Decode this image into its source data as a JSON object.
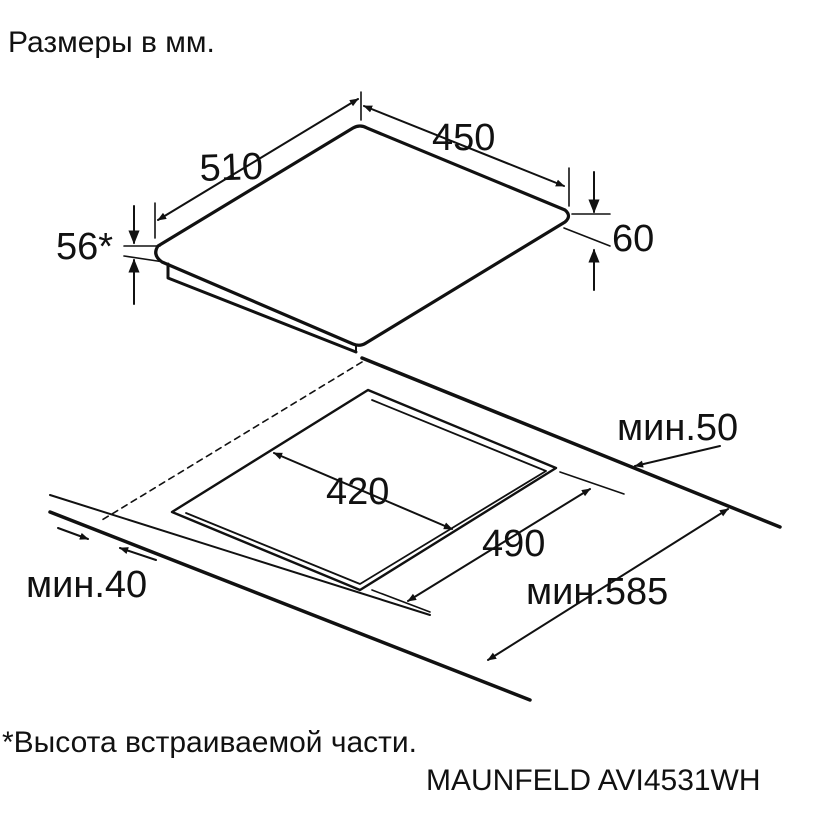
{
  "header": {
    "title": "Размеры в мм."
  },
  "dimensions": {
    "depth": "510",
    "width": "450",
    "built_in_height": "56*",
    "total_height": "60",
    "cutout_width": "420",
    "cutout_depth": "490",
    "min_back": "мин.50",
    "min_front": "мин.40",
    "min_cabinet": "мин.585"
  },
  "footer": {
    "note": "*Высота встраиваемой части.",
    "model": "MAUNFELD AVI4531WH"
  }
}
